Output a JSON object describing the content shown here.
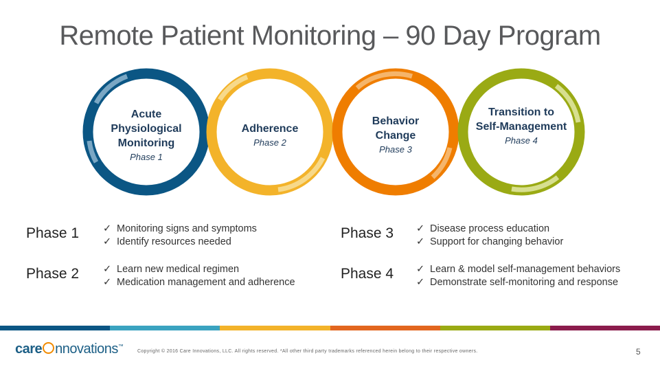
{
  "title": "Remote Patient Monitoring – 90 Day Program",
  "colors": {
    "phase1": "#0b5684",
    "phase2": "#f3b32a",
    "phase3": "#ef7d00",
    "phase4": "#9aaa14"
  },
  "circles": [
    {
      "name_lines": [
        "Acute",
        "Physiological",
        "Monitoring"
      ],
      "phase": "Phase 1"
    },
    {
      "name_lines": [
        "Adherence"
      ],
      "phase": "Phase 2"
    },
    {
      "name_lines": [
        "Behavior",
        "Change"
      ],
      "phase": "Phase 3"
    },
    {
      "name_lines": [
        "Transition to",
        "Self-Management"
      ],
      "phase": "Phase 4"
    }
  ],
  "phases": [
    {
      "label": "Phase 1",
      "items": [
        "Monitoring signs and symptoms",
        "Identify resources needed"
      ]
    },
    {
      "label": "Phase 2",
      "items": [
        "Learn new medical regimen",
        "Medication management and adherence"
      ]
    },
    {
      "label": "Phase 3",
      "items": [
        "Disease process education",
        "Support for changing behavior"
      ]
    },
    {
      "label": "Phase 4",
      "items": [
        "Learn & model self-management behaviors",
        "Demonstrate self-monitoring and response"
      ]
    }
  ],
  "check_glyph": "✓",
  "footer": {
    "logo_care": "care",
    "logo_rest": "nnovations",
    "logo_mark": "™",
    "copyright": "Copyright © 2016 Care Innovations, LLC. All rights reserved. *All other third party trademarks referenced herein belong to their respective owners.",
    "page_number": "5"
  }
}
